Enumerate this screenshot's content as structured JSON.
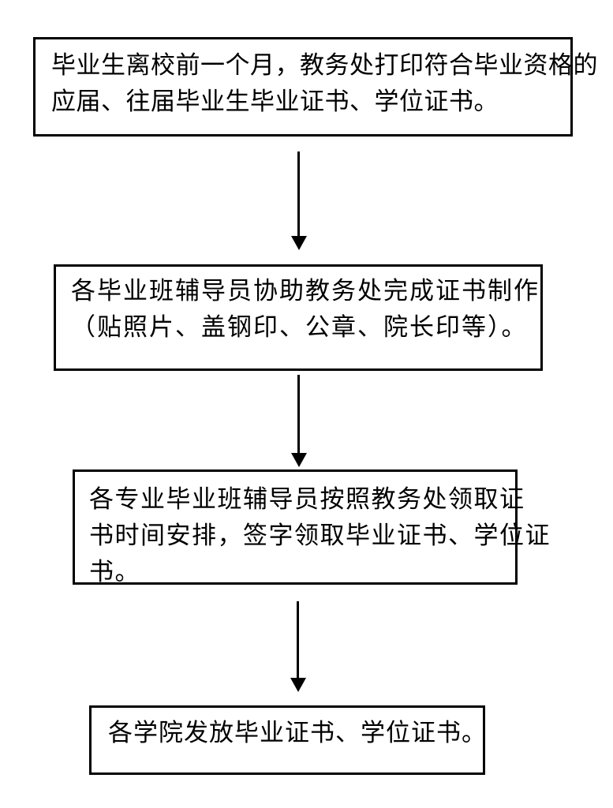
{
  "colors": {
    "background": "#ffffff",
    "box_border": "#000000",
    "arrow": "#000000",
    "text": "#000000"
  },
  "steps": [
    {
      "order": 1,
      "text": "毕业生离校前一个月，教务处打印符合毕业资格的应届、往届毕业生毕业证书、学位证书。",
      "lines": [
        "毕业生离校前一个月，教务处打印符合毕业资格的",
        "应届、往届毕业生毕业证书、学位证书。"
      ]
    },
    {
      "order": 2,
      "text": "各毕业班辅导员协助教务处完成证书制作（贴照片、盖钢印、公章、院长印等）。",
      "lines": [
        "各毕业班辅导员协助教务处完成证书制作",
        "（贴照片、盖钢印、公章、院长印等）。"
      ]
    },
    {
      "order": 3,
      "text": "各专业毕业班辅导员按照教务处领取证书时间安排，签字领取毕业证书、学位证书。",
      "lines": [
        "各专业毕业班辅导员按照教务处领取证",
        "书时间安排，签字领取毕业证书、学位证",
        "书。"
      ]
    },
    {
      "order": 4,
      "text": "各学院发放毕业证书、学位证书。",
      "lines": [
        "各学院发放毕业证书、学位证书。"
      ]
    }
  ],
  "connectors": [
    {
      "from": 1,
      "to": 2,
      "type": "arrow-down"
    },
    {
      "from": 2,
      "to": 3,
      "type": "arrow-down"
    },
    {
      "from": 3,
      "to": 4,
      "type": "arrow-down"
    }
  ]
}
